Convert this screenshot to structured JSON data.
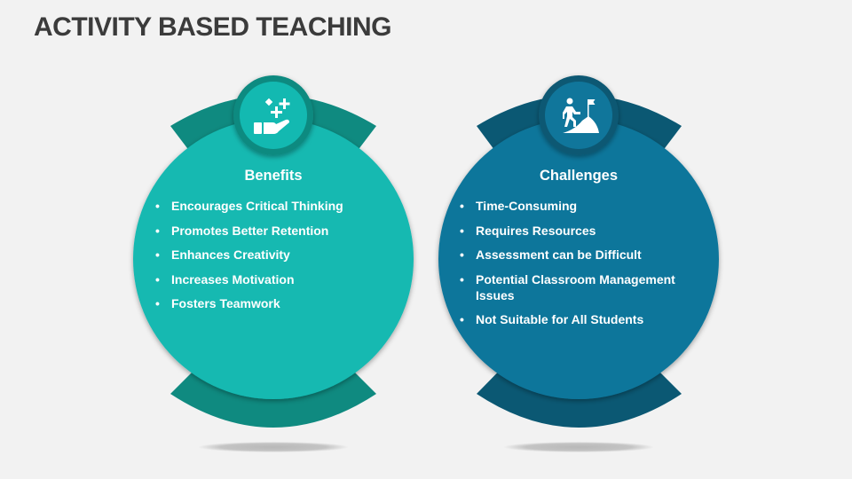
{
  "title": "ACTIVITY BASED TEACHING",
  "colors": {
    "benefits_main": "#13b9b1",
    "benefits_dark": "#0f8a80",
    "challenges_main": "#10769b",
    "challenges_dark": "#0b5873",
    "background": "#f2f2f2"
  },
  "benefits": {
    "heading": "Benefits",
    "icon": "hand-sparkles-icon",
    "items": [
      "Encourages Critical Thinking",
      "Promotes Better Retention",
      "Enhances Creativity",
      "Increases Motivation",
      "Fosters Teamwork"
    ]
  },
  "challenges": {
    "heading": "Challenges",
    "icon": "climber-flag-icon",
    "items": [
      "Time-Consuming",
      "Requires Resources",
      "Assessment can be Difficult",
      "Potential Classroom Management Issues",
      "Not Suitable for All Students"
    ]
  },
  "bullet": "•"
}
